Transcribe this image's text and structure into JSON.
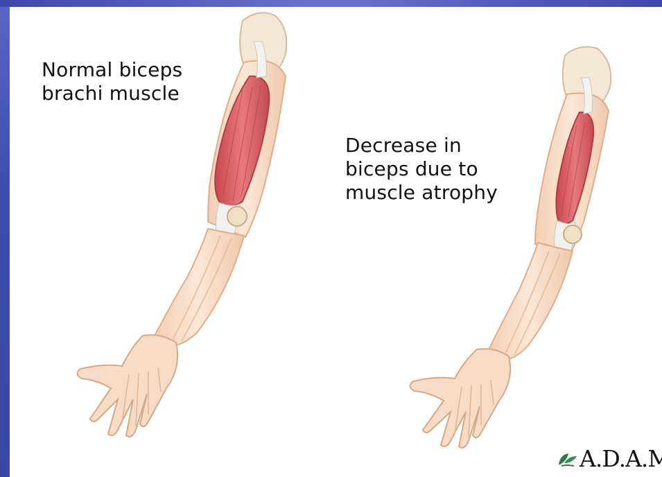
{
  "captions": {
    "normal": "Normal biceps\nbrachi muscle",
    "atrophy": "Decrease in\nbiceps due to\nmuscle atrophy"
  },
  "credit": "A.D.A.M.",
  "colors": {
    "slide_background": "#3e4cb0",
    "panel": "#ffffff",
    "skin": "#f6dcc6",
    "bone": "#f3e6cf",
    "muscle": "#d9646a",
    "tendon": "#eef0ee",
    "logo_leaf": "#2f7a4a"
  },
  "icons": {
    "logo": "leaf-icon"
  }
}
